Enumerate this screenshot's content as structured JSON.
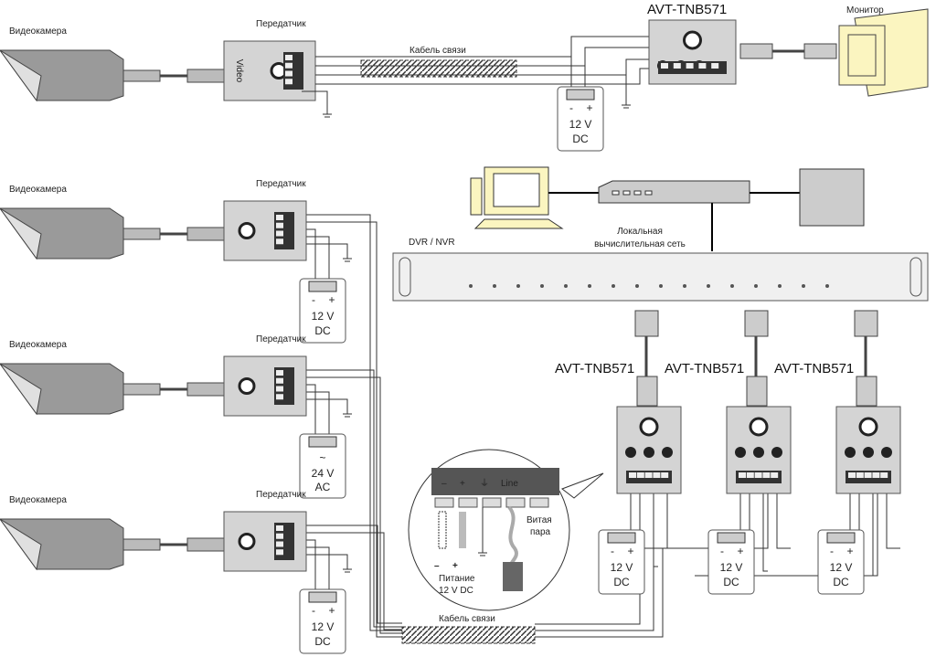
{
  "labels": {
    "camera": "Видеокамера",
    "transmitter": "Передатчик",
    "cable": "Кабель связи",
    "receiver": "AVT-TNB571",
    "monitor": "Монитор",
    "dvr": "DVR / NVR",
    "lan_line1": "Локальная",
    "lan_line2": "вычислительная сеть",
    "video": "Video"
  },
  "power_supplies": {
    "dc": {
      "line1": "12 V",
      "line2": "DC",
      "minus": "-",
      "plus": "+"
    },
    "ac": {
      "symbol": "~",
      "line1": "24 V",
      "line2": "AC"
    }
  },
  "inset": {
    "minus": "–",
    "plus": "+",
    "ground": "⏚",
    "line": "Line",
    "twisted_pair_line1": "Витая",
    "twisted_pair_line2": "пара",
    "power_sign_minus": "–",
    "power_sign_plus": "+",
    "power_line1": "Питание",
    "power_line2": "12 V DC"
  },
  "colors": {
    "device": "#d4d4d4",
    "monitor": "#fbf5c0",
    "outline": "#555555"
  }
}
